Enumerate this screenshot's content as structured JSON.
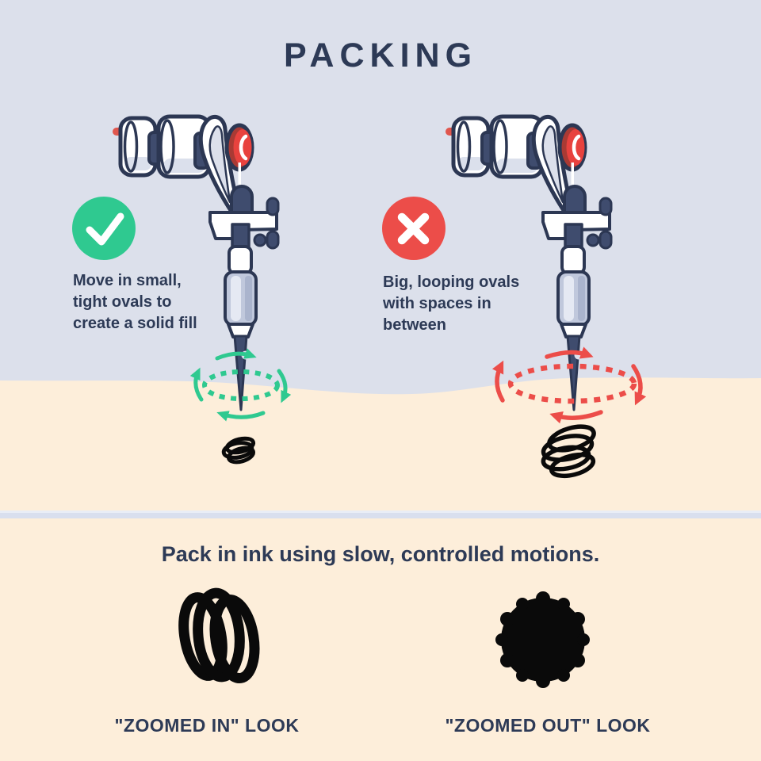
{
  "title": "PACKING",
  "panels": {
    "do": {
      "icon": "check-icon",
      "text": "Move in small,\ntight ovals to\ncreate a solid fill"
    },
    "dont": {
      "icon": "x-icon",
      "text": "Big, looping ovals\nwith spaces in\nbetween"
    }
  },
  "footer": {
    "heading": "Pack in ink using slow, controlled motions.",
    "zoomed_in_label": "\"ZOOMED IN\" LOOK",
    "zoomed_out_label": "\"ZOOMED OUT\" LOOK"
  },
  "colors": {
    "background_top": "#dce0eb",
    "background_skin": "#fdeeda",
    "divider": "#d9dfee",
    "navy_text": "#2d3a56",
    "outline_navy": "#2c3753",
    "green_accent": "#2fc990",
    "red_accent": "#ec4d49",
    "machine_dark": "#3f4c6e",
    "machine_steel": "#c0c8dc",
    "ink_black": "#0a0a0a"
  }
}
